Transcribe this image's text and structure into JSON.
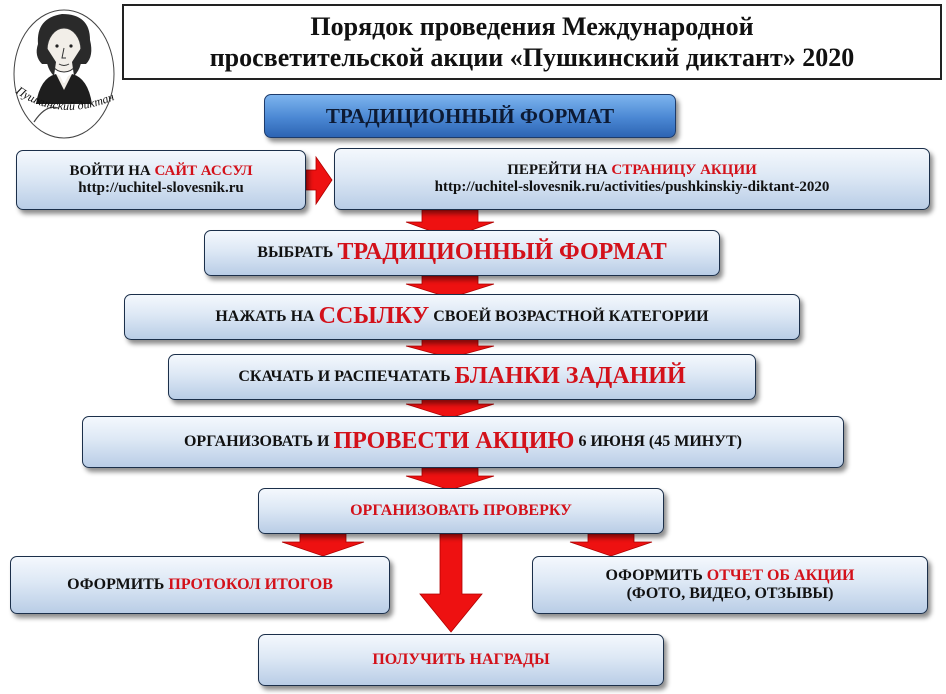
{
  "title": {
    "line1": "Порядок проведения Международной",
    "line2": "просветительской акции «Пушкинский диктант» 2020"
  },
  "logo": {
    "text": "Пушкинский диктант"
  },
  "traditional_format": {
    "label": "ТРАДИЦИОННЫЙ ФОРМАТ"
  },
  "steps": {
    "login": {
      "prefix": "ВОЙТИ НА ",
      "highlight": "САЙТ АССУЛ",
      "url": "http://uchitel-slovesnik.ru"
    },
    "goto_page": {
      "prefix": "ПЕРЕЙТИ НА ",
      "highlight": "СТРАНИЦУ АКЦИИ",
      "url": "http://uchitel-slovesnik.ru/activities/pushkinskiy-diktant-2020"
    },
    "choose": {
      "prefix": "ВЫБРАТЬ ",
      "highlight": "ТРАДИЦИОННЫЙ ФОРМАТ"
    },
    "click": {
      "prefix": "НАЖАТЬ НА ",
      "highlight": "ССЫЛКУ",
      "suffix": " СВОЕЙ ВОЗРАСТНОЙ КАТЕГОРИИ"
    },
    "download": {
      "prefix": "СКАЧАТЬ И РАСПЕЧАТАТЬ ",
      "highlight": "БЛАНКИ ЗАДАНИЙ"
    },
    "organize": {
      "prefix": "ОРГАНИЗОВАТЬ И ",
      "highlight": "ПРОВЕСТИ АКЦИЮ",
      "suffix": " 6 ИЮНЯ (45 МИНУТ)"
    },
    "check": {
      "highlight": "ОРГАНИЗОВАТЬ ПРОВЕРКУ"
    },
    "protocol": {
      "prefix": "ОФОРМИТЬ ",
      "highlight": "ПРОТОКОЛ ИТОГОВ"
    },
    "report": {
      "prefix": "ОФОРМИТЬ ",
      "highlight": "ОТЧЕТ ОБ АКЦИИ",
      "line2": "(ФОТО, ВИДЕО, ОТЗЫВЫ)"
    },
    "awards": {
      "highlight": "ПОЛУЧИТЬ НАГРАДЫ"
    }
  },
  "colors": {
    "accent_red": "#d3111a",
    "box_blue": "#c9daef",
    "header_blue": "#4a87d3",
    "arrow_red": "#ee1111"
  }
}
